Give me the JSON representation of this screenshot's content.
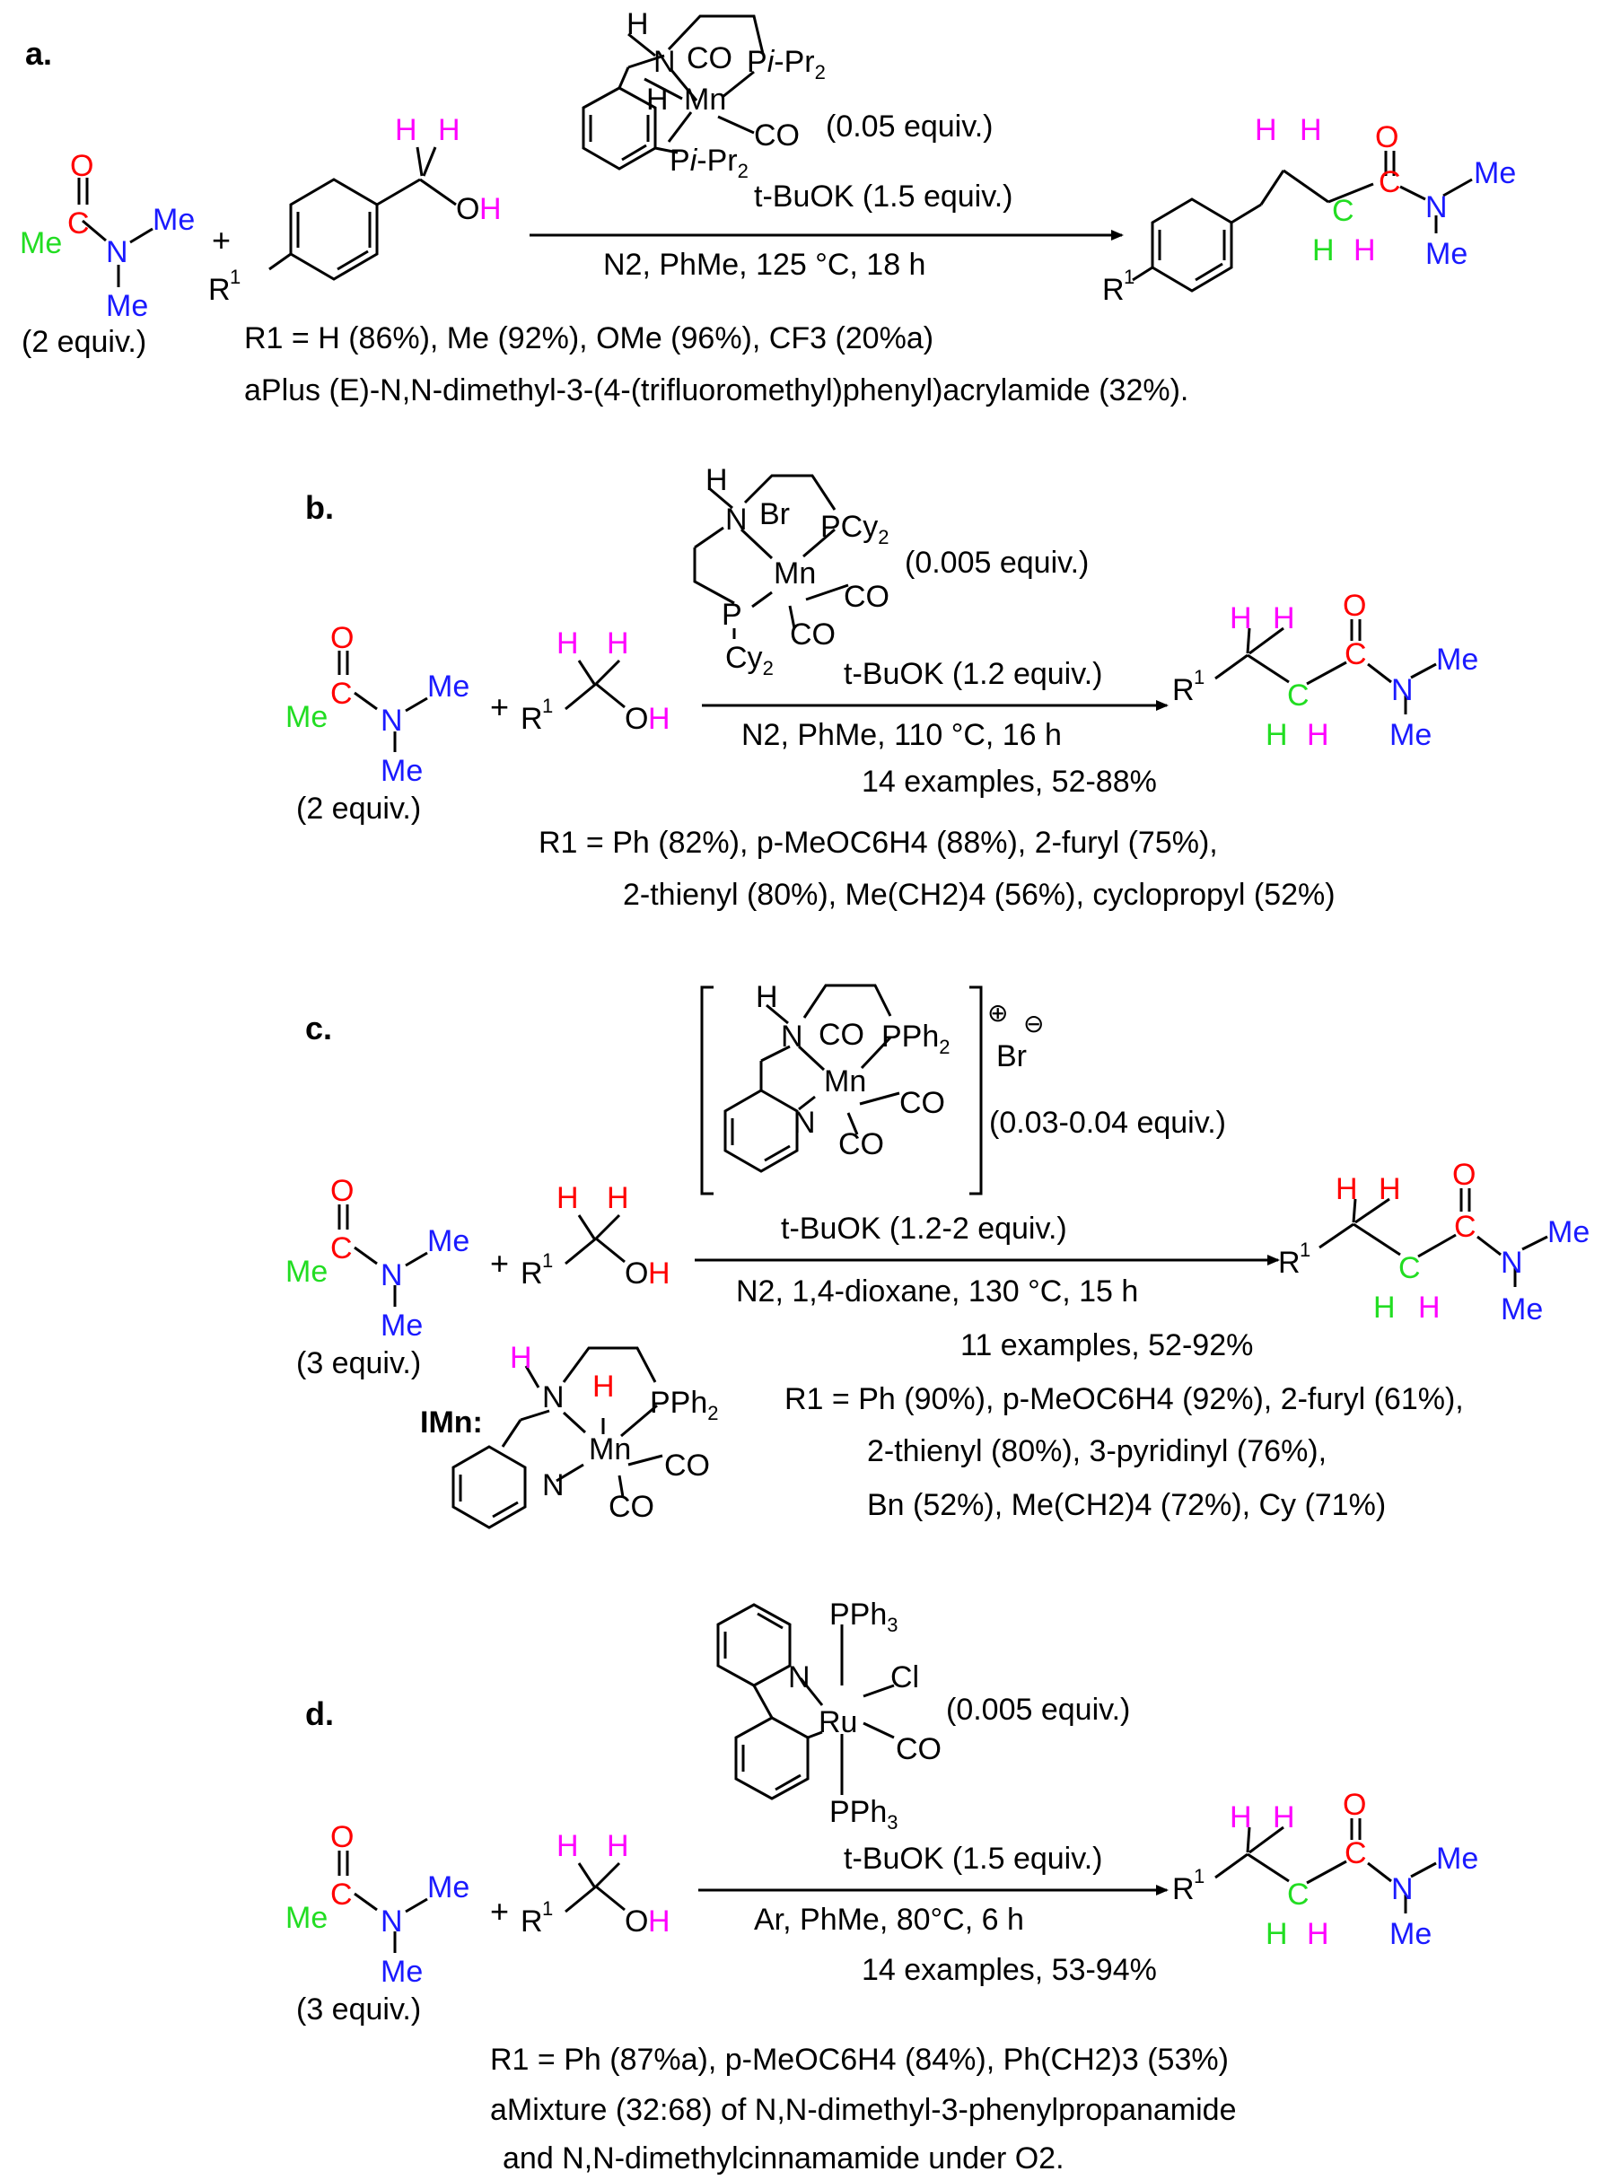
{
  "colors": {
    "black": "#000000",
    "green": "#22dd22",
    "red": "#ff0000",
    "blue": "#1a1aff",
    "magenta": "#ff00ff"
  },
  "panel_a": {
    "label": "a.",
    "amide_eq": "(2 equiv.)",
    "cat_loading": "(0.05 equiv.)",
    "base": "t-BuOK (1.5 equiv.)",
    "conditions": "N2, PhMe, 125 °C, 18 h",
    "scope": "R1 = H (86%), Me (92%), OMe (96%), CF3 (20%a)",
    "footnote": "aPlus (E)-N,N-dimethyl-3-(4-(trifluoromethyl)phenyl)acrylamide (32%)."
  },
  "panel_b": {
    "label": "b.",
    "amide_eq": "(2 equiv.)",
    "cat_loading": "(0.005 equiv.)",
    "base": "t-BuOK (1.2 equiv.)",
    "conditions": "N2, PhMe, 110 °C, 16 h",
    "examples": "14 examples, 52-88%",
    "scope_1": "R1 = Ph (82%), p-MeOC6H4 (88%), 2-furyl (75%),",
    "scope_2": "2-thienyl (80%), Me(CH2)4 (56%), cyclopropyl (52%)"
  },
  "panel_c": {
    "label": "c.",
    "amide_eq": "(3 equiv.)",
    "cat_loading": "(0.03-0.04 equiv.)",
    "base": "t-BuOK (1.2-2 equiv.)",
    "conditions": "N2, 1,4-dioxane, 130 °C, 15 h",
    "examples": "11 examples, 52-92%",
    "scope_1": "R1 = Ph (90%), p-MeOC6H4 (92%), 2-furyl (61%),",
    "scope_2": "2-thienyl (80%), 3-pyridinyl (76%),",
    "scope_3": "Bn (52%), Me(CH2)4 (72%), Cy (71%)",
    "intermediate_label": "IMn:"
  },
  "panel_d": {
    "label": "d.",
    "amide_eq": "(3 equiv.)",
    "cat_loading": "(0.005 equiv.)",
    "base": "t-BuOK (1.5 equiv.)",
    "conditions": "Ar, PhMe, 80°C, 6 h",
    "examples": "14 examples, 53-94%",
    "scope": "R1 = Ph (87%a), p-MeOC6H4 (84%), Ph(CH2)3 (53%)",
    "footnote_1": "aMixture (32:68) of N,N-dimethyl-3-phenylpropanamide",
    "footnote_2": "and N,N-dimethylcinnamamide under O2."
  }
}
